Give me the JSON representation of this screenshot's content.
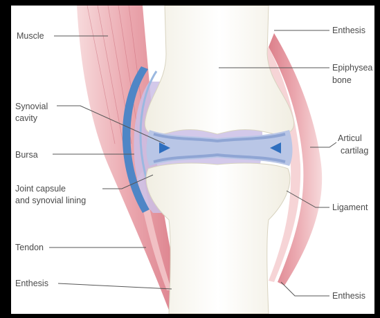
{
  "diagram": {
    "labels": {
      "muscle": "Muscle",
      "enthesis_top": "Enthesis",
      "epiphyseal_line1": "Epiphysea",
      "epiphyseal_line2": "bone",
      "synovial_line1": "Synovial",
      "synovial_line2": "cavity",
      "articular_line1": "Articul",
      "articular_line2": "cartilag",
      "bursa": "Bursa",
      "joint_capsule_line1": "Joint capsule",
      "joint_capsule_line2": "and synovial lining",
      "ligament": "Ligament",
      "tendon": "Tendon",
      "enthesis_left": "Enthesis",
      "enthesis_right": "Enthesis"
    },
    "colors": {
      "background": "#ffffff",
      "border": "#000000",
      "bone": "#fdfbf3",
      "bone_outline": "#cfcab8",
      "muscle": "#e58e98",
      "muscle_light": "#f3c5c8",
      "bursa": "#4f86c6",
      "cartilage": "#b9c6e6",
      "capsule": "#cbbfe6",
      "leader": "#555555"
    }
  }
}
